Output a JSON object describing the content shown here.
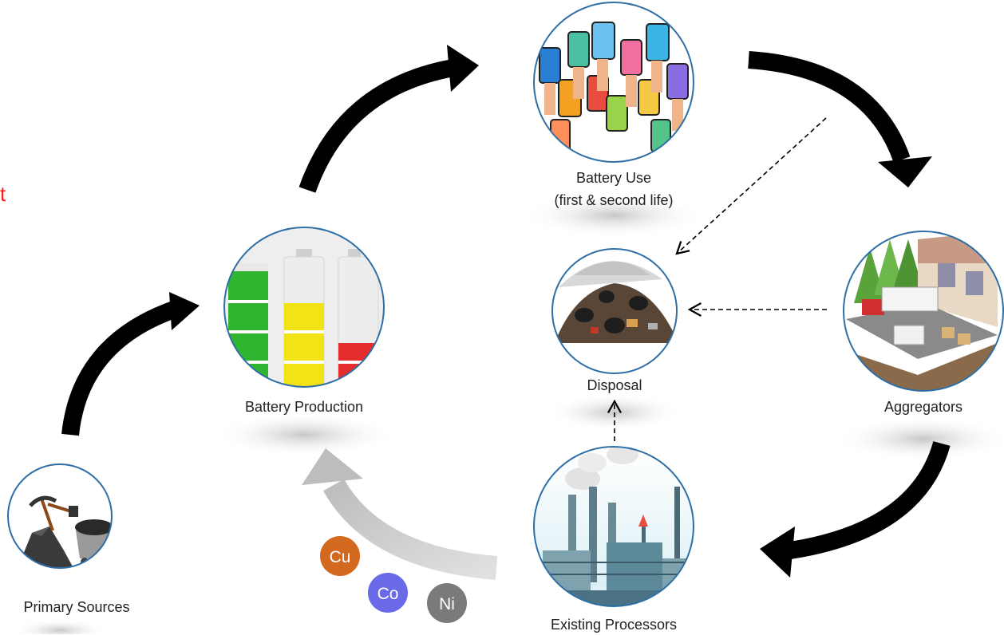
{
  "fragment": "t",
  "nodes": {
    "primary_sources": {
      "label": "Primary Sources"
    },
    "battery_production": {
      "label": "Battery Production"
    },
    "battery_use": {
      "label_line1": "Battery Use",
      "label_line2": "(first & second life)"
    },
    "disposal": {
      "label": "Disposal"
    },
    "aggregators": {
      "label": "Aggregators"
    },
    "existing_processors": {
      "label": "Existing Processors"
    }
  },
  "materials": [
    {
      "symbol": "Cu",
      "color": "#d2691e"
    },
    {
      "symbol": "Co",
      "color": "#6a6ae8"
    },
    {
      "symbol": "Ni",
      "color": "#7a7a7a"
    }
  ],
  "colors": {
    "flow_arrow": "#000000",
    "recycle_arrow": "#c8c8c8",
    "circle_border": "#2e6ea6",
    "fragment_text": "#ff1a1a"
  }
}
